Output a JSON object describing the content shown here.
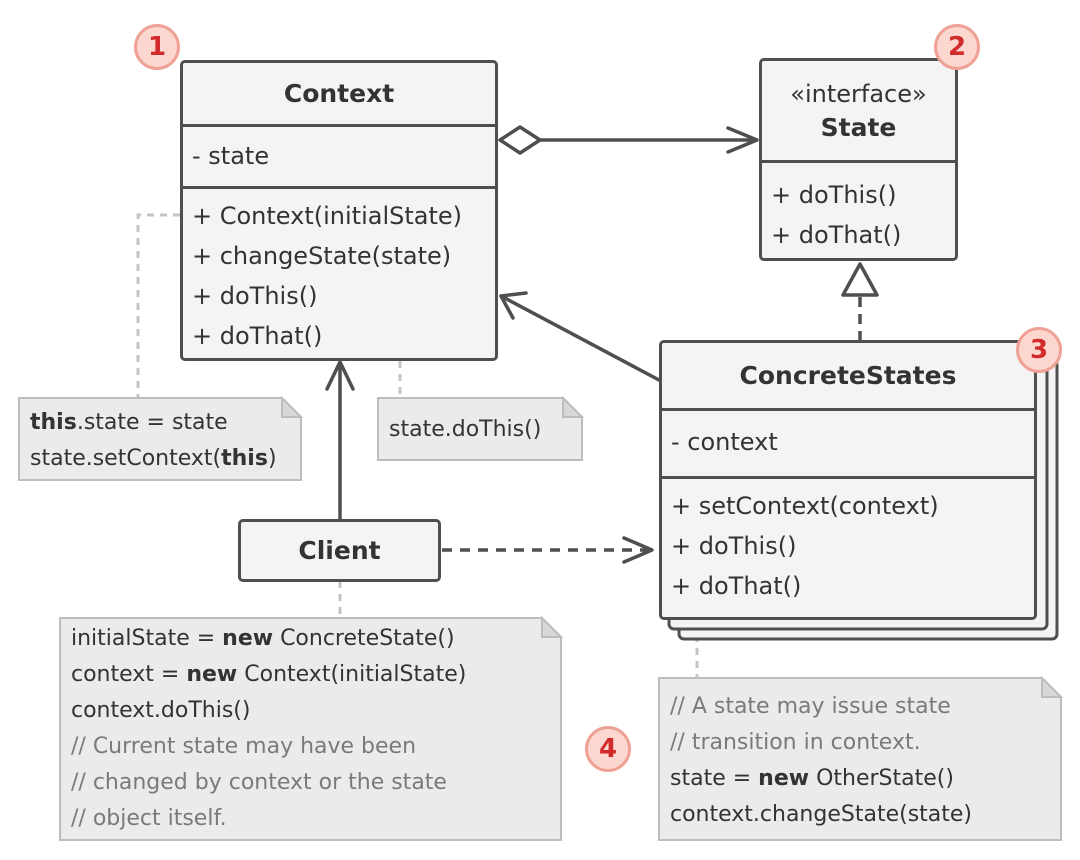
{
  "context": {
    "title": "Context",
    "fields": [
      "- state"
    ],
    "methods": [
      "+ Context(initialState)",
      "+ changeState(state)",
      "+ doThis()",
      "+ doThat()"
    ]
  },
  "state": {
    "stereotype": "«interface»",
    "title": "State",
    "methods": [
      "+ doThis()",
      "+ doThat()"
    ]
  },
  "concrete": {
    "title": "ConcreteStates",
    "fields": [
      "- context"
    ],
    "methods": [
      "+ setContext(context)",
      "+ doThis()",
      "+ doThat()"
    ]
  },
  "client": {
    "title": "Client"
  },
  "notes": {
    "ctor": {
      "l1_kw": "this",
      "l1_rest": ".state = state",
      "l2_pre": "state.setContext(",
      "l2_kw": "this",
      "l2_post": ")"
    },
    "dothis": {
      "text": "state.doThis()"
    },
    "client": {
      "l1_pre": "initialState = ",
      "l1_kw": "new",
      "l1_post": " ConcreteState()",
      "l2_pre": "context = ",
      "l2_kw": "new",
      "l2_post": " Context(initialState)",
      "l3": "context.doThis()",
      "comments": [
        "// Current state may have been",
        "// changed by context or the state",
        "// object itself."
      ]
    },
    "concrete": {
      "comments": [
        "// A state may issue state",
        "// transition in context."
      ],
      "l3_pre": "state = ",
      "l3_kw": "new",
      "l3_post": " OtherState()",
      "l4": "context.changeState(state)"
    }
  },
  "badges": [
    "1",
    "2",
    "3",
    "4"
  ],
  "colors": {
    "border": "#4f4f4f",
    "box_fill": "#f4f4f4",
    "note_fill": "#ebebeb",
    "note_border": "#bdbdbd",
    "badge_fill": "#fbd7cf",
    "badge_border": "#f0a195",
    "badge_text": "#d12b2b",
    "comment_text": "#7a7a7a"
  }
}
